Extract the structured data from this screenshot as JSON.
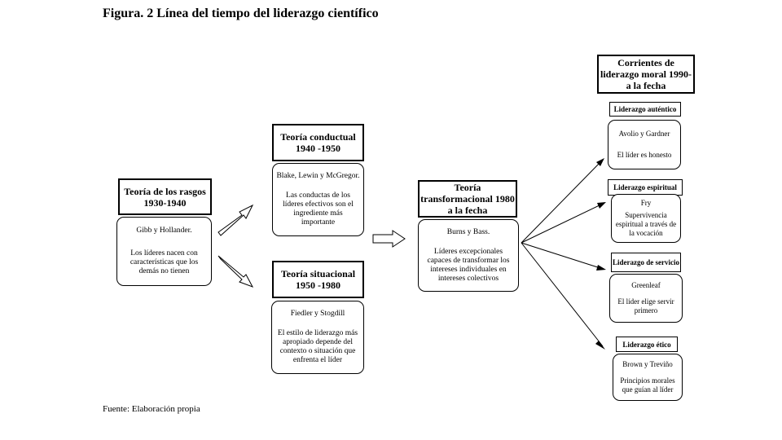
{
  "title": "Figura. 2 Línea del tiempo del liderazgo científico",
  "source": "Fuente: Elaboración propia",
  "rasgos": {
    "title": "Teoría de los rasgos 1930-1940",
    "authors": "Gibb y Hollander.",
    "desc": "Los líderes nacen con características que los demás no tienen"
  },
  "conductual": {
    "title": "Teoría conductual 1940 -1950",
    "authors": "Blake, Lewin y McGregor.",
    "desc": "Las conductas de los líderes efectivos son el ingrediente más importante"
  },
  "situacional": {
    "title": "Teoría situacional 1950 -1980",
    "authors": "Fiedler y Stogdill",
    "desc": "El estilo de liderazgo más apropiado depende del contexto o situación que enfrenta el líder"
  },
  "transformacional": {
    "title": "Teoría transformacional 1980 a la fecha",
    "authors": "Burns y Bass.",
    "desc": "Líderes excepcionales capaces de transformar los intereses individuales en intereses colectivos"
  },
  "moral": {
    "title": "Corrientes de liderazgo moral 1990-a la fecha"
  },
  "autentico": {
    "tag": "Liderazgo auténtico",
    "authors": "Avolio y Gardner",
    "desc": "El líder es honesto"
  },
  "espiritual": {
    "tag": "Liderazgo espiritual",
    "authors": "Fry",
    "desc": "Supervivencia espiritual a través de la vocación"
  },
  "servicio": {
    "tag": "Liderazgo de servicio",
    "authors": "Greenleaf",
    "desc": "El líder elige servir primero"
  },
  "etico": {
    "tag": "Liderazgo ético",
    "authors": "Brown y Treviño",
    "desc": "Principios morales que guían al líder"
  }
}
